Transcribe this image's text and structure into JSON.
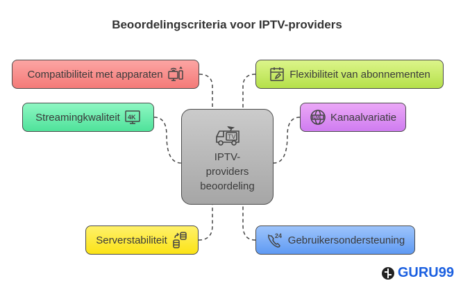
{
  "title": "Beoordelingscriteria voor IPTV-providers",
  "center": {
    "line1": "IPTV-",
    "line2": "providers",
    "line3": "beoordeling",
    "icon": "tv-van-icon"
  },
  "criteria": [
    {
      "label": "Compatibiliteit met apparaten",
      "icon": "devices-icon",
      "color": "#f7807e"
    },
    {
      "label": "Flexibiliteit van abonnementen",
      "icon": "calendar-edit-icon",
      "color": "#c2e85a"
    },
    {
      "label": "Streamingkwaliteit",
      "icon": "4k-tv-icon",
      "color": "#5ee8a5"
    },
    {
      "label": "Kanaalvariatie",
      "icon": "live-globe-icon",
      "color": "#d88af2"
    },
    {
      "label": "Serverstabiliteit",
      "icon": "database-sync-icon",
      "color": "#fbe62a"
    },
    {
      "label": "Gebruikersondersteuning",
      "icon": "phone-24-icon",
      "color": "#6ea3f5"
    }
  ],
  "logo": {
    "text": "GURU99"
  }
}
